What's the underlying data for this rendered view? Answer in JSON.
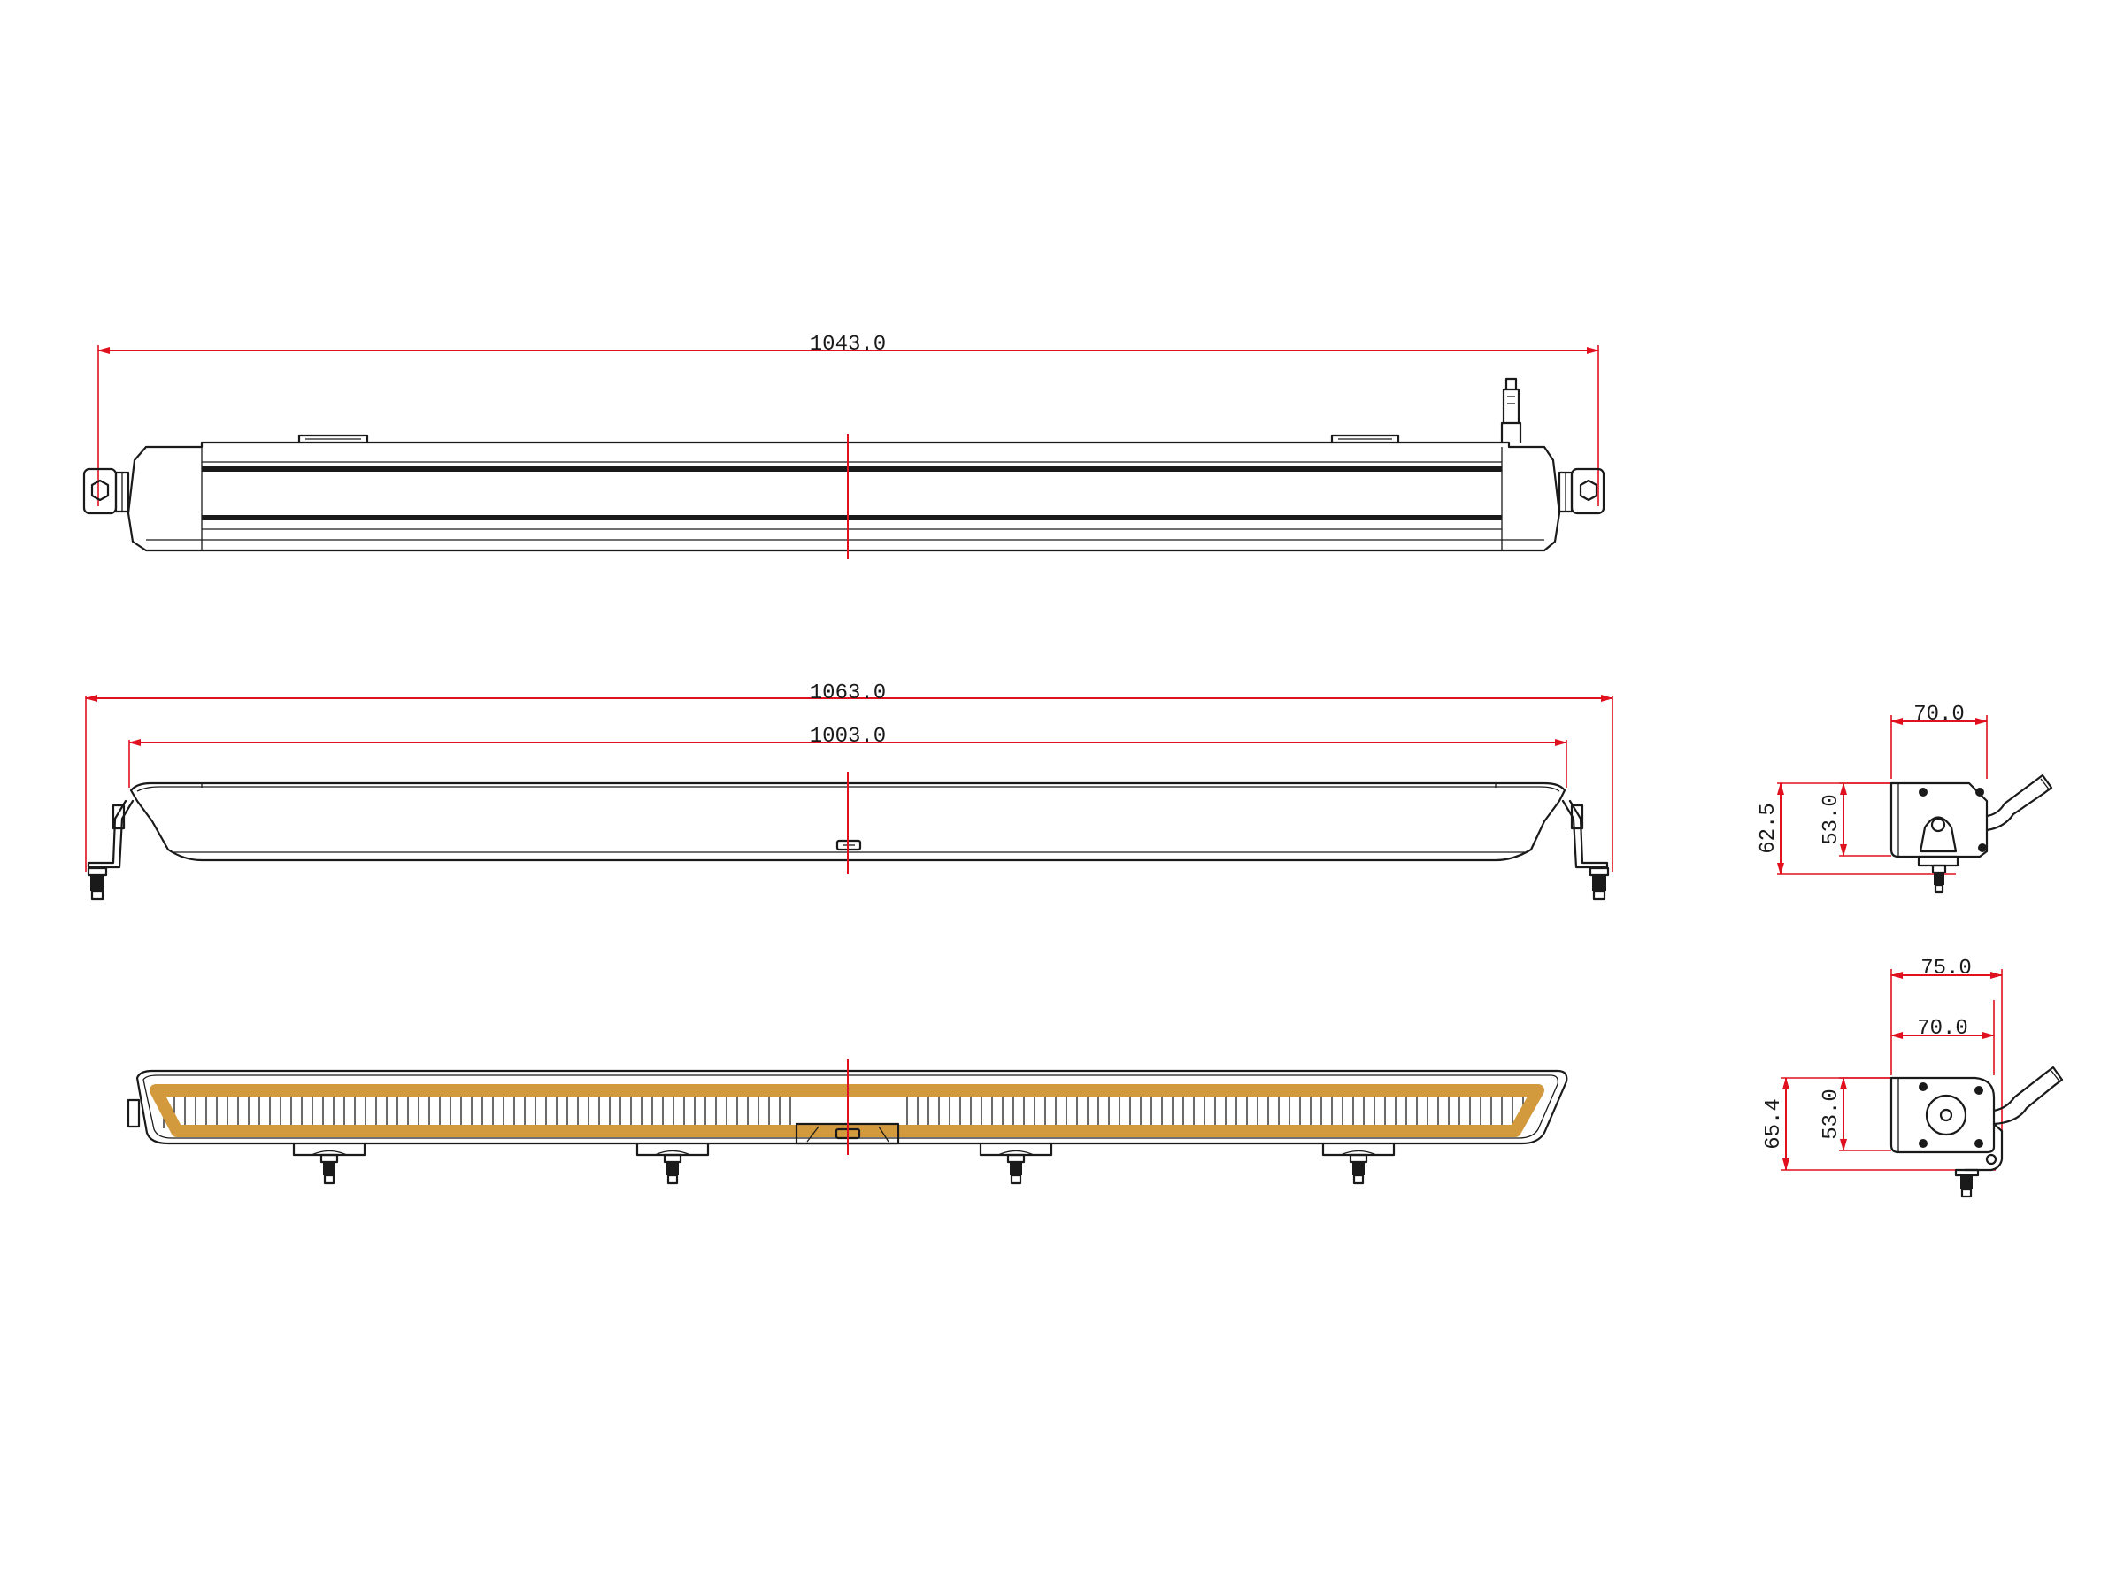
{
  "dimensions": {
    "top_length": "1043.0",
    "front_overall": "1063.0",
    "front_body": "1003.0",
    "side1_width": "70.0",
    "side1_height_overall": "62.5",
    "side1_height_body": "53.0",
    "side2_width_overall": "75.0",
    "side2_width_body": "70.0",
    "side2_height_overall": "65.4",
    "side2_height_body": "53.0"
  },
  "colors": {
    "dimension": "#e0101e",
    "outline": "#1a1a1a",
    "led_strip": "#d39a3d"
  },
  "icons": {
    "front_logo": "logo-icon",
    "bottom_logo": "logo-icon"
  }
}
